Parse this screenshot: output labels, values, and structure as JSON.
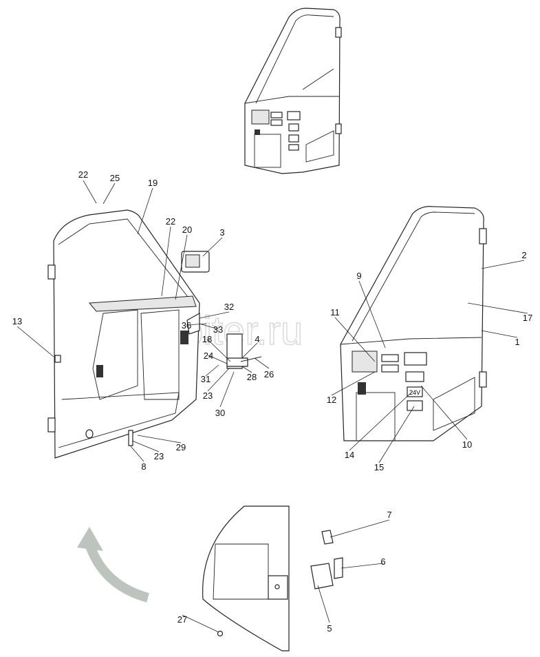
{
  "title": "Cab cover door assembly exploded view",
  "watermark": "autopiter.ru",
  "callouts": {
    "c22a": "22",
    "c25": "25",
    "c19": "19",
    "c22b": "22",
    "c20": "20",
    "c3": "3",
    "c13": "13",
    "c32": "32",
    "c36": "36",
    "c33": "33",
    "c18": "18",
    "c4": "4",
    "c24": "24",
    "c26": "26",
    "c31": "31",
    "c28": "28",
    "c23a": "23",
    "c30": "30",
    "c29": "29",
    "c23b": "23",
    "c8": "8",
    "c9": "9",
    "c2": "2",
    "c11": "11",
    "c17": "17",
    "c1": "1",
    "c12": "12",
    "c10": "10",
    "c14": "14",
    "c15": "15",
    "c7": "7",
    "c6": "6",
    "c5": "5",
    "c27": "27"
  },
  "decal_text": "24V"
}
